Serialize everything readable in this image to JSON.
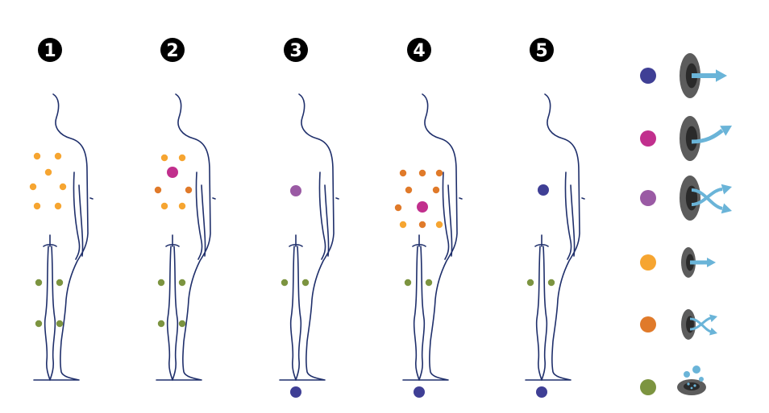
{
  "figures": [
    {
      "number": "1",
      "main_point": null,
      "upper_points": [
        {
          "color": "orange-yellow"
        },
        {
          "color": "orange-yellow"
        },
        {
          "color": "orange-yellow"
        },
        {
          "color": "orange-yellow"
        },
        {
          "color": "orange-yellow"
        },
        {
          "color": "orange-yellow"
        },
        {
          "color": "orange-yellow"
        }
      ],
      "leg_points": [
        {
          "color": "olive"
        },
        {
          "color": "olive"
        },
        {
          "color": "olive"
        },
        {
          "color": "olive"
        }
      ],
      "foot_point": null
    },
    {
      "number": "2",
      "main_point": {
        "color": "magenta"
      },
      "upper_points": [
        {
          "color": "orange-yellow"
        },
        {
          "color": "orange-yellow"
        },
        {
          "color": "dark-orange"
        },
        {
          "color": "dark-orange"
        },
        {
          "color": "orange-yellow"
        },
        {
          "color": "orange-yellow"
        }
      ],
      "leg_points": [
        {
          "color": "olive"
        },
        {
          "color": "olive"
        },
        {
          "color": "olive"
        },
        {
          "color": "olive"
        }
      ],
      "foot_point": null
    },
    {
      "number": "3",
      "main_point": {
        "color": "purple"
      },
      "upper_points": [],
      "leg_points": [
        {
          "color": "olive"
        },
        {
          "color": "olive"
        }
      ],
      "foot_point": {
        "color": "navy"
      }
    },
    {
      "number": "4",
      "main_point": {
        "color": "magenta"
      },
      "upper_points": [
        {
          "color": "dark-orange"
        },
        {
          "color": "dark-orange"
        },
        {
          "color": "dark-orange"
        },
        {
          "color": "dark-orange"
        },
        {
          "color": "dark-orange"
        },
        {
          "color": "dark-orange"
        },
        {
          "color": "orange-yellow"
        },
        {
          "color": "dark-orange"
        },
        {
          "color": "orange-yellow"
        }
      ],
      "leg_points": [
        {
          "color": "olive"
        },
        {
          "color": "olive"
        }
      ],
      "foot_point": {
        "color": "navy"
      }
    },
    {
      "number": "5",
      "main_point": {
        "color": "navy"
      },
      "upper_points": [],
      "leg_points": [
        {
          "color": "olive"
        },
        {
          "color": "olive"
        }
      ],
      "foot_point": {
        "color": "navy"
      }
    }
  ],
  "legend": [
    {
      "color": "navy",
      "symbol": "large-needle-straight-arrow"
    },
    {
      "color": "magenta",
      "symbol": "large-needle-curved-arrow"
    },
    {
      "color": "purple",
      "symbol": "large-needle-crossing-arrows"
    },
    {
      "color": "orange-yellow",
      "symbol": "small-needle-straight-arrow"
    },
    {
      "color": "dark-orange",
      "symbol": "small-needle-crossing-arrows"
    },
    {
      "color": "olive",
      "symbol": "bubbles-surface"
    }
  ],
  "colors": {
    "navy": "#3f3f95",
    "magenta": "#c12f8d",
    "purple": "#9a5aa4",
    "orange-yellow": "#f6a531",
    "dark-orange": "#e07a2a",
    "olive": "#7c9440",
    "outline": "#1f2f6b",
    "arrow": "#6ab4d8",
    "needle-outer": "#5c5c5c",
    "needle-inner": "#2a2a2a"
  }
}
